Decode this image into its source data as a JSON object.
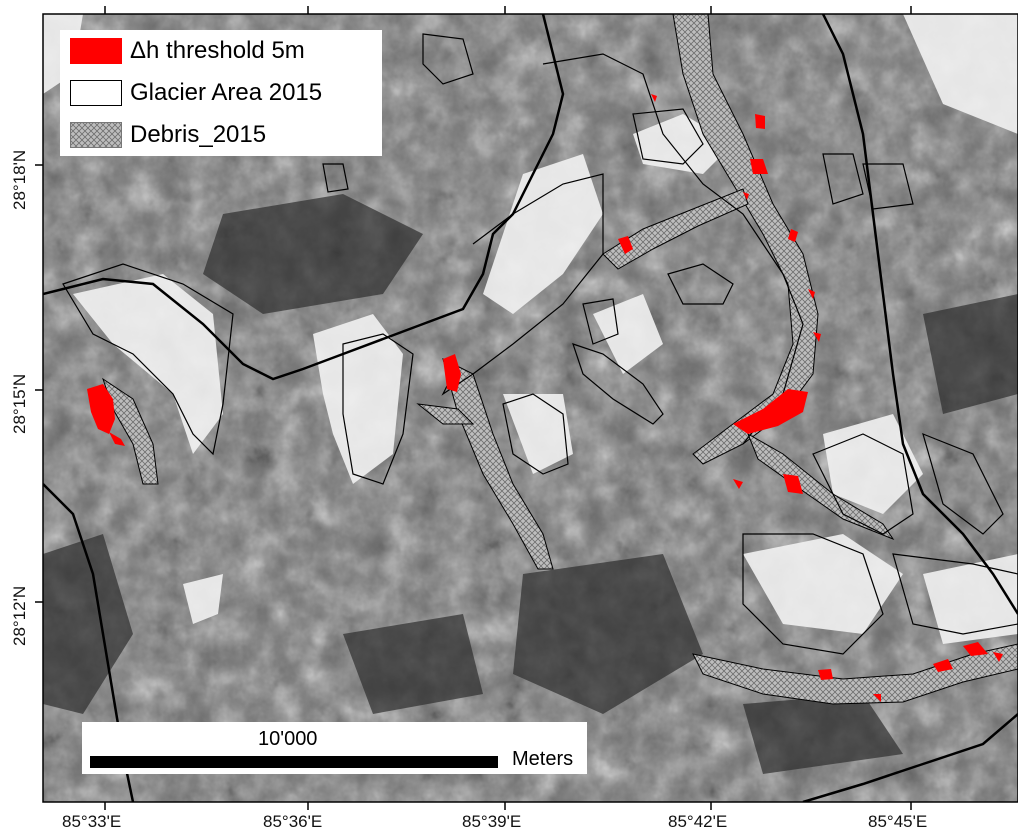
{
  "map": {
    "longitude_ticks": [
      "85°33'E",
      "85°36'E",
      "85°39'E",
      "85°42'E",
      "85°45'E"
    ],
    "latitude_ticks": [
      "28°18'N",
      "28°15'N",
      "28°12'N"
    ]
  },
  "legend": {
    "items": [
      {
        "label": "Δh threshold 5m",
        "symbol": "red-fill",
        "color": "#ff0000"
      },
      {
        "label": "Glacier Area 2015",
        "symbol": "outline",
        "color": "#000000"
      },
      {
        "label": "Debris_2015",
        "symbol": "crosshatch",
        "color": "#888888"
      }
    ]
  },
  "scalebar": {
    "distance_label": "10'000",
    "unit_label": "Meters"
  },
  "colors": {
    "change_red": "#ff0000",
    "outline": "#000000",
    "debris_hatch": "#8a8a8a",
    "clean_ice": "#ffffff"
  }
}
